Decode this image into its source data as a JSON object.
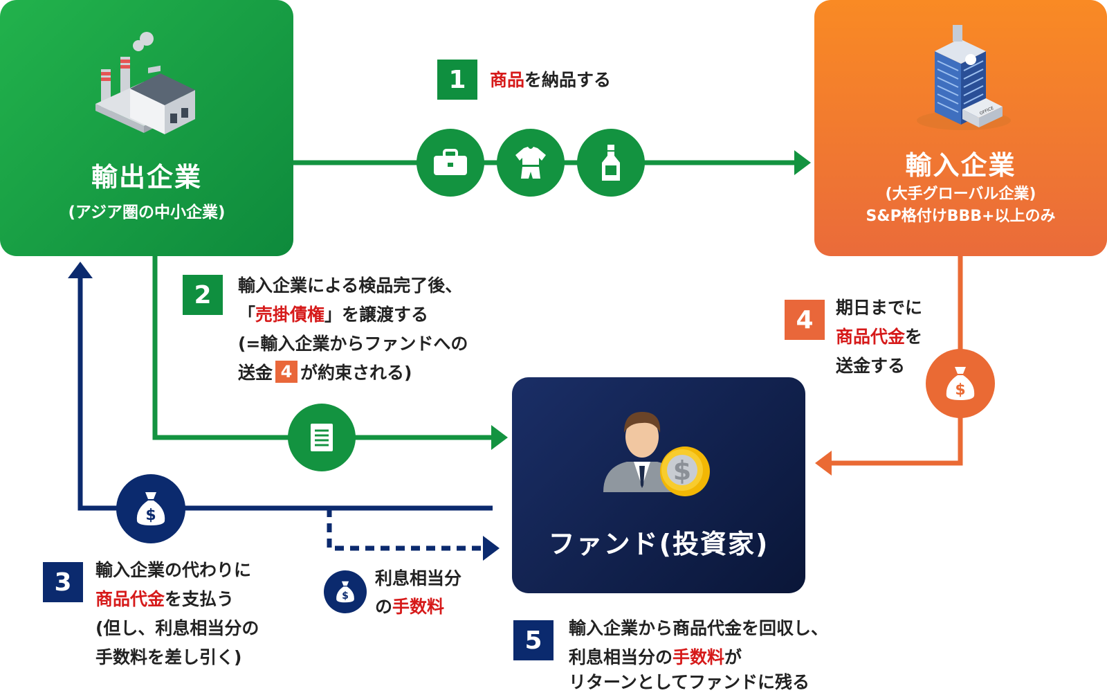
{
  "colors": {
    "green": "#139340",
    "orange": "#ea6a34",
    "navy": "#0b2a6e",
    "highlight_red": "#d61a1a"
  },
  "exporter": {
    "title": "輸出企業",
    "subtitle": "(アジア圏の中小企業)",
    "icon": "factory-icon"
  },
  "importer": {
    "title": "輸入企業",
    "subtitle_line1": "(大手グローバル企業)",
    "subtitle_line2": "S&P格付けBBB+以上のみ",
    "icon": "office-building-icon",
    "building_sign": "OFFICE"
  },
  "fund": {
    "title": "ファンド(投資家)",
    "icon": "investor-with-coin-icon",
    "coin_symbol": "$"
  },
  "steps": {
    "s1": {
      "number": "1",
      "text_red": "商品",
      "text_rest": "を納品する",
      "icons": [
        "briefcase-icon",
        "clothes-icon",
        "bottle-icon"
      ]
    },
    "s2": {
      "number": "2",
      "line1": "輸入企業による検品完了後、",
      "line2_pre": "「",
      "line2_red": "売掛債権",
      "line2_post": "」を譲渡する",
      "line3": "(=輸入企業からファンドへの",
      "line4_pre": "送金",
      "line4_badge": "4",
      "line4_post": "が約束される)",
      "icon": "document-icon"
    },
    "s3": {
      "number": "3",
      "line1": "輸入企業の代わりに",
      "line2_red": "商品代金",
      "line2_post": "を支払う",
      "line3": "(但し、利息相当分の",
      "line4": "手数料を差し引く)",
      "icon": "money-bag-icon"
    },
    "s4": {
      "number": "4",
      "line1": "期日までに",
      "line2_red": "商品代金",
      "line2_post": "を",
      "line3": "送金する",
      "icon": "money-bag-icon"
    },
    "s5": {
      "number": "5",
      "line1": "輸入企業から商品代金を回収し、",
      "line2_pre": "利息相当分の",
      "line2_red": "手数料",
      "line2_post": "が",
      "line3": "リターンとしてファンドに残る"
    }
  },
  "fee_label": {
    "line1": "利息相当分",
    "line2_pre": "の",
    "line2_red": "手数料",
    "icon": "money-bag-icon"
  },
  "money_symbol": "$"
}
